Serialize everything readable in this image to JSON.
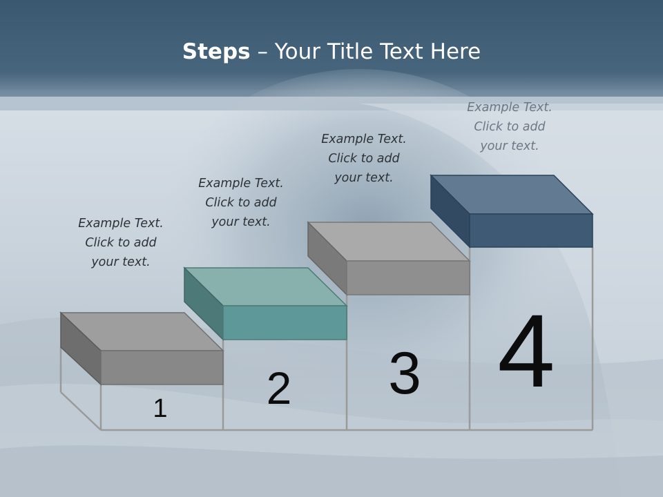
{
  "title": {
    "bold": "Steps",
    "rest": " – Your Title Text Here"
  },
  "steps": [
    {
      "number": "1",
      "lines": [
        "Example Text.",
        "Click  to add",
        "your text."
      ]
    },
    {
      "number": "2",
      "lines": [
        "Example Text.",
        "Click  to add",
        "your text."
      ]
    },
    {
      "number": "3",
      "lines": [
        "Example Text.",
        "Click  to add",
        "your text."
      ]
    },
    {
      "number": "4",
      "lines": [
        "Example Text.",
        "Click  to add",
        "your text."
      ]
    }
  ],
  "colors": {
    "header": "#3d5b74",
    "step1": "#8a8a8a",
    "step2": "#5f9898",
    "step3": "#8f8f8f",
    "step4": "#3e5a74"
  }
}
